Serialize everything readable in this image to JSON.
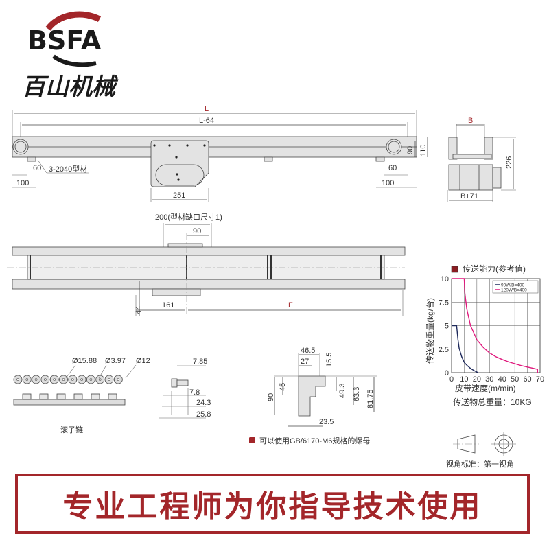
{
  "logo": {
    "brand": "BSFA",
    "name_cn": "百山机械",
    "colors": {
      "arc": "#a3262a",
      "text": "#1a1a1a"
    }
  },
  "top_view": {
    "dim_L": "L",
    "dim_L64": "L-64",
    "dim_60_left": "60",
    "dim_100_left": "100",
    "profile_note": "3-2040型材",
    "dim_251": "251",
    "dim_60_right": "60",
    "dim_100_right": "100",
    "dim_90": "90",
    "dim_110": "110"
  },
  "side_view": {
    "dim_B": "B",
    "dim_B71": "B+71",
    "dim_226": "226"
  },
  "middle_view": {
    "dim_200": "200(型材缺口尺寸1)",
    "dim_90": "90",
    "dim_44": "44",
    "dim_161": "161",
    "dim_F": "F"
  },
  "chain": {
    "d1": "Ø15.88",
    "d2": "Ø3.97",
    "d3": "Ø12",
    "label": "滚子链",
    "w1": "7.85",
    "w2": "7.8",
    "w3": "24.3",
    "w4": "25.8"
  },
  "profile": {
    "d465": "46.5",
    "d27": "27",
    "d155": "15.5",
    "d45": "45",
    "d90": "90",
    "d493": "49.3",
    "d633": "63.3",
    "d8175": "81.75",
    "d235": "23.5",
    "note": "可以使用GB/6170-M6规格的螺母"
  },
  "projection": {
    "label": "视角标准：第一视角"
  },
  "chart_data": {
    "type": "line",
    "title": "传送能力(参考值)",
    "xlabel": "皮带速度(m/min)",
    "ylabel": "传送物重量(kg/台)",
    "footer": "传送物总重量：10KG",
    "xlim": [
      0,
      70
    ],
    "ylim": [
      0,
      10
    ],
    "xticks": [
      "0",
      "10",
      "20",
      "30",
      "40",
      "50",
      "60",
      "70"
    ],
    "yticks": [
      "0",
      "2.5",
      "5",
      "7.5",
      "10"
    ],
    "grid": true,
    "legend_position": "top-right",
    "series": [
      {
        "name": "90W/B=400",
        "color": "#1f2a5c",
        "x": [
          0,
          4,
          5,
          6,
          8,
          10,
          12,
          15,
          18,
          21
        ],
        "y": [
          5,
          5,
          3.6,
          2.6,
          1.7,
          1.1,
          0.8,
          0.45,
          0.2,
          0
        ]
      },
      {
        "name": "120W/B=400",
        "color": "#e0197d",
        "x": [
          0,
          10,
          10.5,
          12,
          15,
          20,
          25,
          30,
          35,
          40,
          45,
          50,
          55,
          60,
          65,
          68,
          68
        ],
        "y": [
          10,
          10,
          8.5,
          6.8,
          5,
          3.5,
          2.7,
          2.1,
          1.7,
          1.4,
          1.15,
          0.95,
          0.75,
          0.6,
          0.45,
          0.35,
          0
        ]
      }
    ]
  },
  "banner": {
    "text": "专业工程师为你指导技术使用"
  }
}
